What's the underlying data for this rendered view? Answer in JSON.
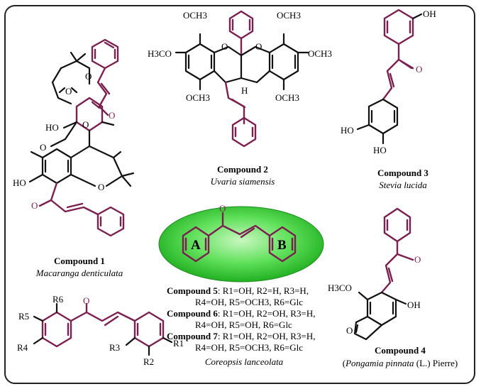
{
  "colors": {
    "scaffold": "#7a1f4f",
    "ellipse": "#2ecc40",
    "frame": "#222222"
  },
  "compounds": [
    {
      "label": "Compound 1",
      "source": "Macaranga denticulata"
    },
    {
      "label": "Compound 2",
      "source": "Uvaria siamensis"
    },
    {
      "label": "Compound 3",
      "source": "Stevia lucida"
    },
    {
      "label": "Compound 4",
      "source": "Pongamia pinnata",
      "source_suffix": "(L.) Pierre)"
    }
  ],
  "rings": {
    "a": "A",
    "b": "B"
  },
  "general_substituents": [
    "R6",
    "R5",
    "R4",
    "R3",
    "R2",
    "R1"
  ],
  "substituent_table": [
    {
      "label": "Compound 5",
      "line1": ": R1=OH, R2=H, R3=H,",
      "line2": "R4=OH, R5=OCH3, R6=Glc"
    },
    {
      "label": "Compound 6",
      "line1": ": R1=OH, R2=OH, R3=H,",
      "line2": "R4=OH, R5=OH, R6=Glc"
    },
    {
      "label": "Compound 7",
      "line1": ": R1=OH, R2=OH, R3=H,",
      "line2": "R4=OH, R5=OCH3, R6=Glc"
    }
  ],
  "table_source": "Coreopsis lanceolata",
  "atoms": {
    "o": "O",
    "h": "H",
    "oh": "OH",
    "ho": "HO",
    "och3": "OCH3",
    "h3co": "H3CO"
  }
}
